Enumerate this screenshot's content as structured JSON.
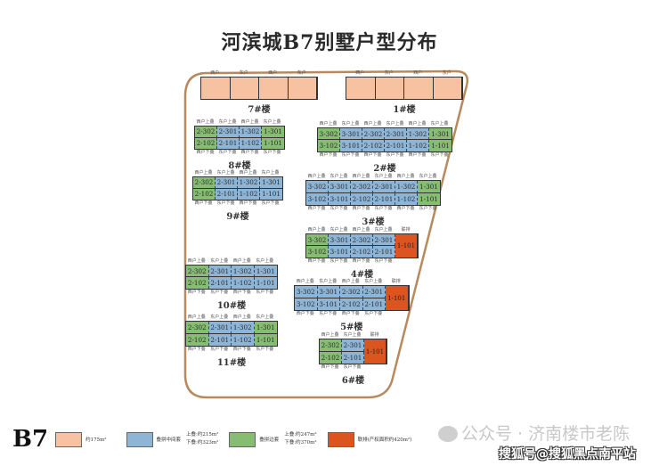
{
  "title": "河滨城B7别墅户型分布",
  "colors": {
    "single": "#f6c2a2",
    "mid": "#8fb5d6",
    "edge": "#86bd72",
    "row": "#dc5420",
    "boundary": "#b8895c"
  },
  "buildings": [
    {
      "id": "b7",
      "name": "7#楼",
      "columns": [
        {
          "top": "西户",
          "cells": [
            {
              "t": "",
              "c": "single"
            }
          ]
        },
        {
          "top": "东户",
          "cells": [
            {
              "t": "",
              "c": "single"
            }
          ]
        },
        {
          "top": "西户",
          "cells": [
            {
              "t": "",
              "c": "single"
            }
          ]
        },
        {
          "top": "东户",
          "cells": [
            {
              "t": "",
              "c": "single"
            }
          ]
        }
      ]
    },
    {
      "id": "b1",
      "name": "1#楼",
      "columns": [
        {
          "top": "西户",
          "cells": [
            {
              "t": "",
              "c": "single"
            }
          ]
        },
        {
          "top": "东户",
          "cells": [
            {
              "t": "",
              "c": "single"
            }
          ]
        },
        {
          "top": "西户",
          "cells": [
            {
              "t": "",
              "c": "single"
            }
          ]
        },
        {
          "top": "东户",
          "cells": [
            {
              "t": "",
              "c": "single"
            }
          ]
        }
      ]
    },
    {
      "id": "b8",
      "name": "8#楼",
      "columns": [
        {
          "top": "西户上叠",
          "bottom": "西户下叠",
          "cells": [
            {
              "t": "2-302",
              "c": "edge"
            },
            {
              "t": "2-102",
              "c": "edge"
            }
          ]
        },
        {
          "top": "东户上叠",
          "bottom": "东户下叠",
          "cells": [
            {
              "t": "2-301",
              "c": "mid"
            },
            {
              "t": "2-101",
              "c": "mid"
            }
          ]
        },
        {
          "top": "西户上叠",
          "bottom": "西户下叠",
          "cells": [
            {
              "t": "1-302",
              "c": "mid"
            },
            {
              "t": "1-102",
              "c": "mid"
            }
          ]
        },
        {
          "top": "东户上叠",
          "bottom": "东户下叠",
          "cells": [
            {
              "t": "1-301",
              "c": "edge"
            },
            {
              "t": "1-101",
              "c": "edge"
            }
          ]
        }
      ]
    },
    {
      "id": "b2",
      "name": "2#楼",
      "columns": [
        {
          "top": "西户上叠",
          "bottom": "西户下叠",
          "cells": [
            {
              "t": "3-302",
              "c": "edge"
            },
            {
              "t": "3-102",
              "c": "edge"
            }
          ]
        },
        {
          "top": "东户上叠",
          "bottom": "东户下叠",
          "cells": [
            {
              "t": "3-301",
              "c": "mid"
            },
            {
              "t": "3-101",
              "c": "mid"
            }
          ]
        },
        {
          "top": "西户上叠",
          "bottom": "西户下叠",
          "cells": [
            {
              "t": "2-302",
              "c": "mid"
            },
            {
              "t": "2-102",
              "c": "mid"
            }
          ]
        },
        {
          "top": "东户上叠",
          "bottom": "东户下叠",
          "cells": [
            {
              "t": "2-301",
              "c": "mid"
            },
            {
              "t": "2-101",
              "c": "mid"
            }
          ]
        },
        {
          "top": "西户上叠",
          "bottom": "西户下叠",
          "cells": [
            {
              "t": "1-302",
              "c": "mid"
            },
            {
              "t": "1-102",
              "c": "mid"
            }
          ]
        },
        {
          "top": "东户上叠",
          "bottom": "东户下叠",
          "cells": [
            {
              "t": "1-301",
              "c": "edge"
            },
            {
              "t": "1-101",
              "c": "edge"
            }
          ]
        }
      ]
    },
    {
      "id": "b9",
      "name": "9#楼",
      "columns": [
        {
          "top": "西户上叠",
          "bottom": "西户下叠",
          "cells": [
            {
              "t": "2-302",
              "c": "edge"
            },
            {
              "t": "2-102",
              "c": "edge"
            }
          ]
        },
        {
          "top": "东户上叠",
          "bottom": "东户下叠",
          "cells": [
            {
              "t": "2-301",
              "c": "mid"
            },
            {
              "t": "2-101",
              "c": "mid"
            }
          ]
        },
        {
          "top": "西户上叠",
          "bottom": "西户下叠",
          "cells": [
            {
              "t": "1-302",
              "c": "mid"
            },
            {
              "t": "1-102",
              "c": "mid"
            }
          ]
        },
        {
          "top": "东户上叠",
          "bottom": "东户下叠",
          "cells": [
            {
              "t": "1-301",
              "c": "mid"
            },
            {
              "t": "1-101",
              "c": "mid"
            }
          ]
        }
      ]
    },
    {
      "id": "b3",
      "name": "3#楼",
      "columns": [
        {
          "top": "西户上叠",
          "bottom": "西户下叠",
          "cells": [
            {
              "t": "3-302",
              "c": "mid"
            },
            {
              "t": "3-102",
              "c": "mid"
            }
          ]
        },
        {
          "top": "东户上叠",
          "bottom": "东户下叠",
          "cells": [
            {
              "t": "3-301",
              "c": "mid"
            },
            {
              "t": "3-101",
              "c": "mid"
            }
          ]
        },
        {
          "top": "西户上叠",
          "bottom": "西户下叠",
          "cells": [
            {
              "t": "2-302",
              "c": "mid"
            },
            {
              "t": "2-102",
              "c": "mid"
            }
          ]
        },
        {
          "top": "东户上叠",
          "bottom": "东户下叠",
          "cells": [
            {
              "t": "2-301",
              "c": "mid"
            },
            {
              "t": "2-101",
              "c": "mid"
            }
          ]
        },
        {
          "top": "西户上叠",
          "bottom": "西户下叠",
          "cells": [
            {
              "t": "1-302",
              "c": "mid"
            },
            {
              "t": "1-102",
              "c": "mid"
            }
          ]
        },
        {
          "top": "东户上叠",
          "bottom": "东户下叠",
          "cells": [
            {
              "t": "1-301",
              "c": "edge"
            },
            {
              "t": "1-101",
              "c": "edge"
            }
          ]
        }
      ]
    },
    {
      "id": "b4",
      "name": "4#楼",
      "columns": [
        {
          "top": "西户上叠",
          "bottom": "西户下叠",
          "cells": [
            {
              "t": "3-302",
              "c": "edge"
            },
            {
              "t": "3-102",
              "c": "edge"
            }
          ]
        },
        {
          "top": "东户上叠",
          "bottom": "东户下叠",
          "cells": [
            {
              "t": "3-301",
              "c": "mid"
            },
            {
              "t": "3-101",
              "c": "mid"
            }
          ]
        },
        {
          "top": "西户上叠",
          "bottom": "西户下叠",
          "cells": [
            {
              "t": "2-302",
              "c": "mid"
            },
            {
              "t": "2-102",
              "c": "mid"
            }
          ]
        },
        {
          "top": "东户上叠",
          "bottom": "东户下叠",
          "cells": [
            {
              "t": "2-301",
              "c": "mid"
            },
            {
              "t": "2-101",
              "c": "mid"
            }
          ]
        },
        {
          "top": "联排",
          "cells": [
            {
              "t": "1-101",
              "c": "row"
            }
          ]
        }
      ]
    },
    {
      "id": "b10",
      "name": "10#楼",
      "columns": [
        {
          "top": "西户上叠",
          "bottom": "西户下叠",
          "cells": [
            {
              "t": "2-302",
              "c": "edge"
            },
            {
              "t": "2-102",
              "c": "edge"
            }
          ]
        },
        {
          "top": "东户上叠",
          "bottom": "东户下叠",
          "cells": [
            {
              "t": "2-301",
              "c": "mid"
            },
            {
              "t": "2-101",
              "c": "mid"
            }
          ]
        },
        {
          "top": "西户上叠",
          "bottom": "西户下叠",
          "cells": [
            {
              "t": "1-302",
              "c": "mid"
            },
            {
              "t": "1-102",
              "c": "mid"
            }
          ]
        },
        {
          "top": "东户上叠",
          "bottom": "东户下叠",
          "cells": [
            {
              "t": "1-301",
              "c": "mid"
            },
            {
              "t": "1-101",
              "c": "mid"
            }
          ]
        }
      ]
    },
    {
      "id": "b5",
      "name": "5#楼",
      "columns": [
        {
          "top": "西户上叠",
          "bottom": "西户下叠",
          "cells": [
            {
              "t": "3-302",
              "c": "mid"
            },
            {
              "t": "3-102",
              "c": "mid"
            }
          ]
        },
        {
          "top": "东户上叠",
          "bottom": "东户下叠",
          "cells": [
            {
              "t": "3-301",
              "c": "mid"
            },
            {
              "t": "3-101",
              "c": "mid"
            }
          ]
        },
        {
          "top": "西户上叠",
          "bottom": "西户下叠",
          "cells": [
            {
              "t": "2-302",
              "c": "mid"
            },
            {
              "t": "2-102",
              "c": "mid"
            }
          ]
        },
        {
          "top": "东户上叠",
          "bottom": "东户下叠",
          "cells": [
            {
              "t": "2-301",
              "c": "mid"
            },
            {
              "t": "2-101",
              "c": "mid"
            }
          ]
        },
        {
          "top": "联排",
          "cells": [
            {
              "t": "1-101",
              "c": "row"
            }
          ]
        }
      ]
    },
    {
      "id": "b11",
      "name": "11#楼",
      "columns": [
        {
          "top": "西户上叠",
          "bottom": "西户下叠",
          "cells": [
            {
              "t": "2-302",
              "c": "edge"
            },
            {
              "t": "2-102",
              "c": "edge"
            }
          ]
        },
        {
          "top": "东户上叠",
          "bottom": "东户下叠",
          "cells": [
            {
              "t": "2-301",
              "c": "mid"
            },
            {
              "t": "2-101",
              "c": "mid"
            }
          ]
        },
        {
          "top": "西户上叠",
          "bottom": "西户下叠",
          "cells": [
            {
              "t": "1-302",
              "c": "mid"
            },
            {
              "t": "1-102",
              "c": "mid"
            }
          ]
        },
        {
          "top": "东户上叠",
          "bottom": "东户下叠",
          "cells": [
            {
              "t": "1-301",
              "c": "edge"
            },
            {
              "t": "1-101",
              "c": "edge"
            }
          ]
        }
      ]
    },
    {
      "id": "b6",
      "name": "6#楼",
      "columns": [
        {
          "top": "西户上叠",
          "bottom": "西户下叠",
          "cells": [
            {
              "t": "2-302",
              "c": "edge"
            },
            {
              "t": "2-102",
              "c": "edge"
            }
          ]
        },
        {
          "top": "东户上叠",
          "bottom": "东户下叠",
          "cells": [
            {
              "t": "2-301",
              "c": "mid"
            },
            {
              "t": "2-101",
              "c": "mid"
            }
          ]
        },
        {
          "top": "联排",
          "cells": [
            {
              "t": "1-101",
              "c": "row"
            }
          ]
        }
      ]
    }
  ],
  "legend": {
    "code": "B7",
    "single_label": "约175m²",
    "mid_label": "叠拼中间套",
    "mid_upper": "上叠:约215m²",
    "mid_lower": "下叠:约323m²",
    "edge_label": "叠拼边套",
    "edge_upper": "上叠:约247m²",
    "edge_lower": "下叠:约370m²",
    "row_label": "联排(产权面积约420m²)"
  },
  "watermarks": {
    "wechat": "公众号 · 济南楼市老陈",
    "sohu": "搜狐号@搜狐黑点南平站"
  }
}
